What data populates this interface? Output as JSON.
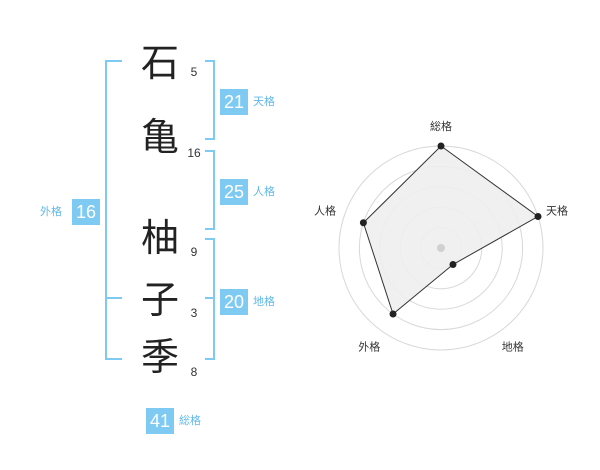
{
  "name": {
    "characters": [
      {
        "char": "石",
        "strokes": "5"
      },
      {
        "char": "亀",
        "strokes": "16"
      },
      {
        "char": "柚",
        "strokes": "9"
      },
      {
        "char": "子",
        "strokes": "3"
      },
      {
        "char": "季",
        "strokes": "8"
      }
    ]
  },
  "fortunes": {
    "tenkaku": {
      "label": "天格",
      "value": "21"
    },
    "jinkaku": {
      "label": "人格",
      "value": "25"
    },
    "chikaku": {
      "label": "地格",
      "value": "20"
    },
    "gaikaku": {
      "label": "外格",
      "value": "16"
    },
    "soukaku": {
      "label": "総格",
      "value": "41"
    }
  },
  "colors": {
    "accent": "#7fcaf3",
    "bracket": "#7fcaf3",
    "radar_fill": "#eeeeee",
    "radar_grid": "#d8d8d8",
    "radar_line": "#333333"
  },
  "chart_data": {
    "type": "radar",
    "axes": [
      "総格",
      "天格",
      "地格",
      "外格",
      "人格"
    ],
    "values": [
      5,
      5,
      1,
      4,
      4
    ],
    "max": 5,
    "rings": 5
  }
}
